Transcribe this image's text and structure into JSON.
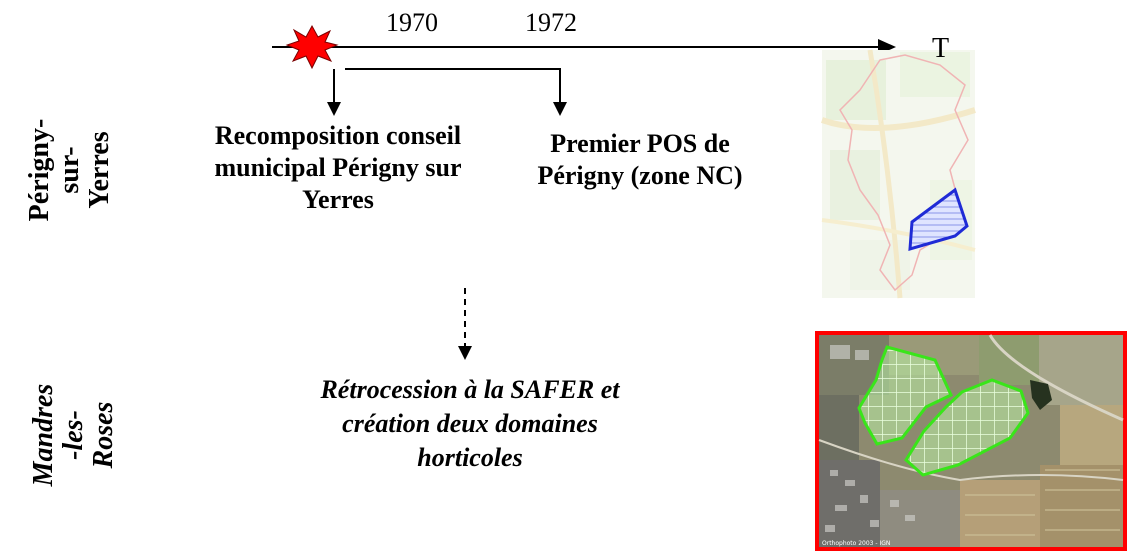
{
  "timeline": {
    "year_1": "1970",
    "year_2": "1972",
    "axis_label": "T"
  },
  "rows": {
    "perigny_label": "Périgny-\nsur-\nYerres",
    "mandres_label": "Mandres\n-les-\nRoses"
  },
  "events": {
    "recomposition": "Recomposition conseil municipal Périgny sur Yerres",
    "premier_pos": "Premier POS de Périgny (zone NC)",
    "retrocession": "Rétrocession à la SAFER et création deux domaines horticoles"
  },
  "map_bottom": {
    "credit": "Orthophoto 2003 - IGN"
  },
  "colors": {
    "burst": "#ff0000",
    "highlight_blue": "#1f2bd6",
    "highlight_green": "#39e51a",
    "frame_red": "#ff0000"
  }
}
